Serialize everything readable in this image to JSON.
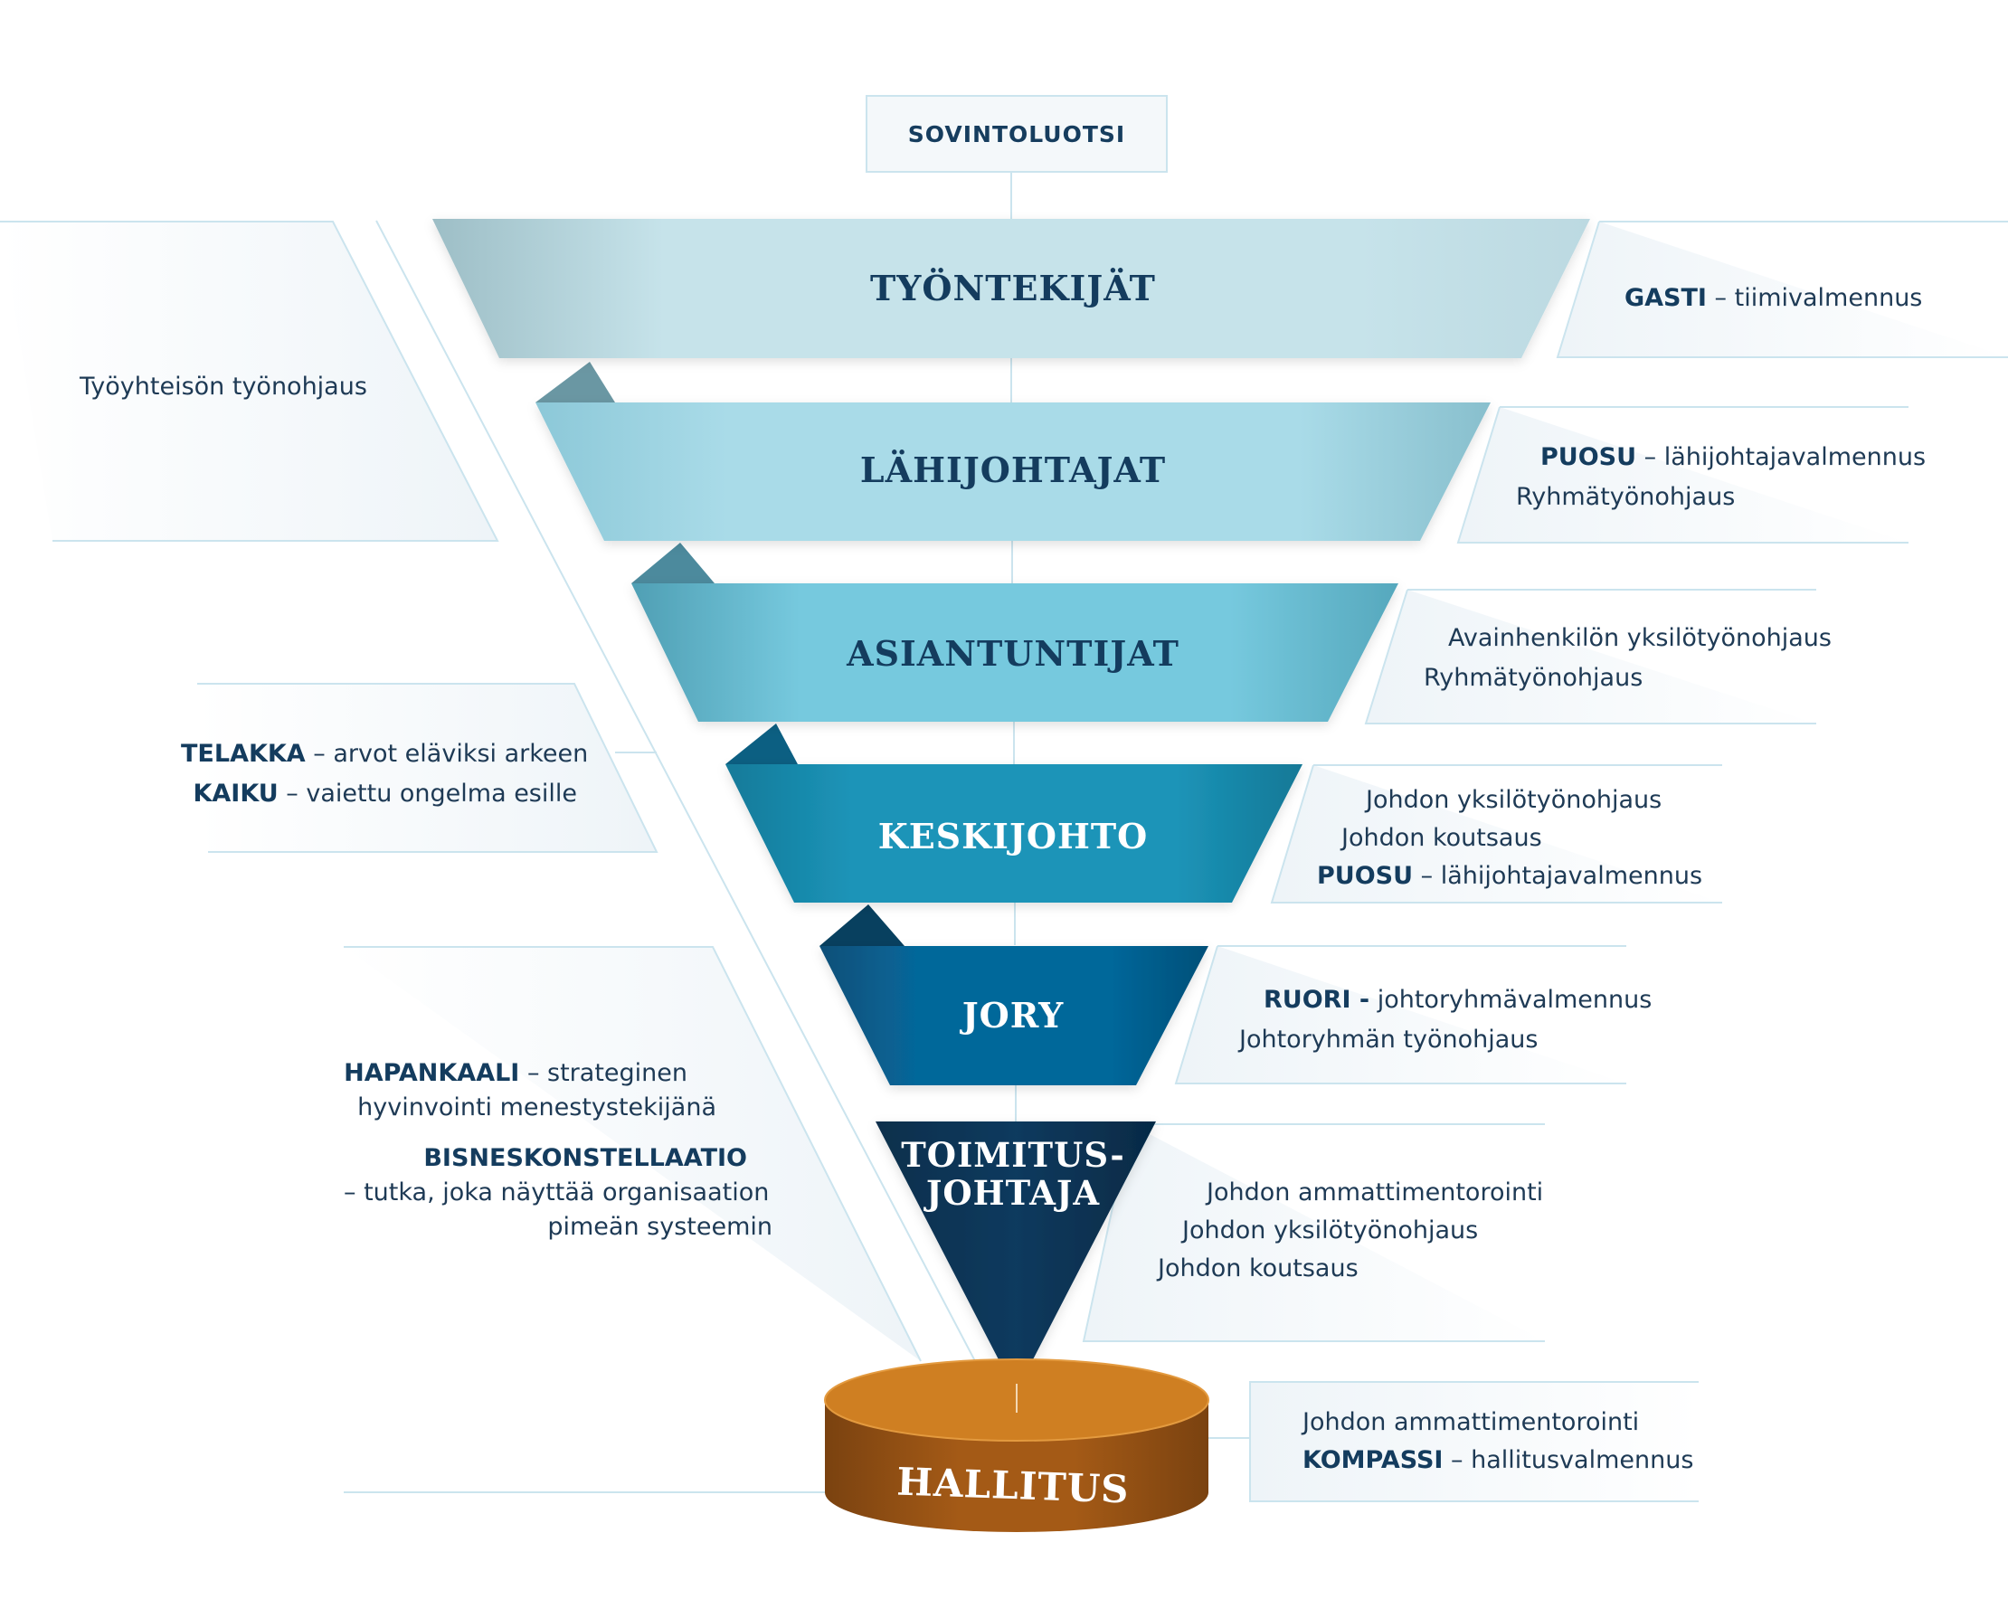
{
  "top_box": {
    "label": "SOVINTOLUOTSI"
  },
  "levels": [
    {
      "label": "TYÖNTEKIJÄT"
    },
    {
      "label": "LÄHIJOHTAJAT"
    },
    {
      "label": "ASIANTUNTIJAT"
    },
    {
      "label": "KESKIJOHTO"
    },
    {
      "label": "JORY"
    },
    {
      "label_line1": "TOIMITUS-",
      "label_line2": "JOHTAJA"
    },
    {
      "label": "HALLITUS"
    }
  ],
  "right_boxes": [
    {
      "lines": [
        {
          "bold": "GASTI",
          "text": " – tiimivalmennus"
        }
      ]
    },
    {
      "lines": [
        {
          "bold": "PUOSU",
          "text": " – lähijohtajavalmennus"
        },
        {
          "bold": "",
          "text": "Ryhmätyönohjaus"
        }
      ]
    },
    {
      "lines": [
        {
          "bold": "",
          "text": "Avainhenkilön yksilötyönohjaus"
        },
        {
          "bold": "",
          "text": "Ryhmätyönohjaus"
        }
      ]
    },
    {
      "lines": [
        {
          "bold": "",
          "text": "Johdon yksilötyönohjaus"
        },
        {
          "bold": "",
          "text": "Johdon koutsaus"
        },
        {
          "bold": "PUOSU",
          "text": " – lähijohtajavalmennus"
        }
      ]
    },
    {
      "lines": [
        {
          "bold": "RUORI -",
          "text": " johtoryhmävalmennus"
        },
        {
          "bold": "",
          "text": "Johtoryhmän työnohjaus"
        }
      ]
    },
    {
      "lines": [
        {
          "bold": "",
          "text": "Johdon ammattimentorointi"
        },
        {
          "bold": "",
          "text": "Johdon yksilötyönohjaus"
        },
        {
          "bold": "",
          "text": "Johdon koutsaus"
        }
      ]
    },
    {
      "lines": [
        {
          "bold": "",
          "text": "Johdon ammattimentorointi"
        },
        {
          "bold": "KOMPASSI",
          "text": " – hallitusvalmennus"
        }
      ]
    }
  ],
  "left_boxes": [
    {
      "lines": [
        {
          "bold": "",
          "text": "Työyhteisön työnohjaus"
        }
      ]
    },
    {
      "lines": [
        {
          "bold": "TELAKKA",
          "text": " – arvot eläviksi arkeen"
        },
        {
          "bold": "KAIKU",
          "text": " – vaiettu ongelma esille"
        }
      ]
    },
    {
      "lines": [
        {
          "bold": "HAPANKAALI",
          "text": " – strateginen"
        },
        {
          "bold": "",
          "text": "hyvinvointi menestystekijänä"
        },
        {
          "bold": "BISNESKONSTELLAATIO",
          "text": ""
        },
        {
          "bold": "",
          "text": "– tutka, joka näyttää organisaation"
        },
        {
          "bold": "",
          "text": "pimeän systeemin"
        }
      ]
    }
  ],
  "colors": {
    "level_fills": [
      "#c6e3ea",
      "#a9dbe8",
      "#76c9de",
      "#1c94b8",
      "#06679a",
      "#0a3a5e"
    ],
    "level_text": [
      "#143c5e",
      "#143c5e",
      "#143c5e",
      "#ffffff",
      "#ffffff",
      "#ffffff"
    ],
    "cylinder_top": "#cf7f22",
    "cylinder_side": "#a45a16",
    "box_fill": "#f2f6f9",
    "box_stroke": "#cbe4ee",
    "connector": "#a9cfdb"
  }
}
